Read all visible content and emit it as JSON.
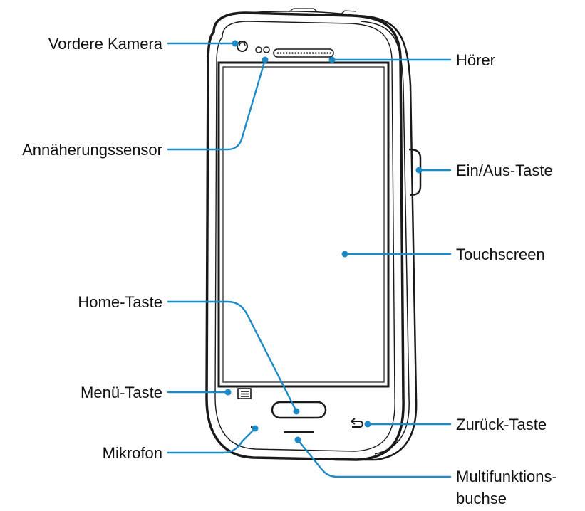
{
  "labels": {
    "front_camera": "Vordere Kamera",
    "proximity_sensor": "Annäherungssensor",
    "earpiece": "Hörer",
    "power_key": "Ein/Aus-Taste",
    "touchscreen": "Touchscreen",
    "home_key": "Home-Taste",
    "menu_key": "Menü-Taste",
    "back_key": "Zurück-Taste",
    "microphone": "Mikrofon",
    "multipurpose_jack_line1": "Multifunktions-",
    "multipurpose_jack_line2": "buchse"
  },
  "colors": {
    "leader": "#1b8ac6",
    "outline": "#1a1a1a",
    "screen_fill": "#ffffff",
    "bezel_fill": "#ffffff"
  },
  "icons": {
    "menu_key": "menu-icon",
    "back_key": "back-arrow-icon"
  }
}
